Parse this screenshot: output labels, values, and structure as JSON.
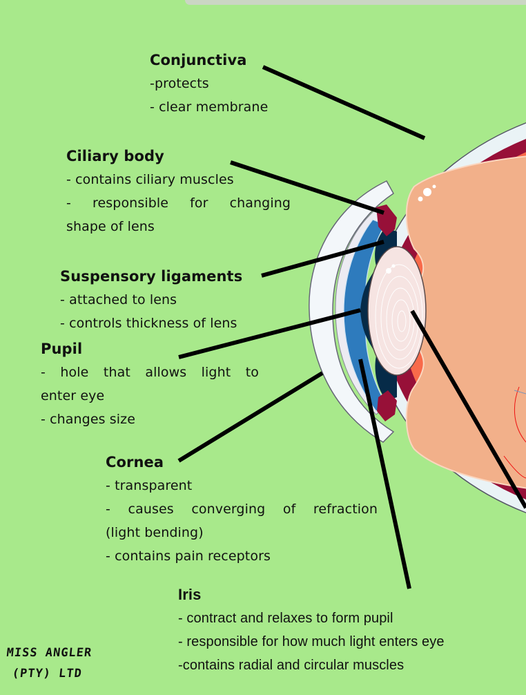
{
  "diagram": {
    "subject": "Human eye cross-section (side view)",
    "colors": {
      "background": "#a8e98b",
      "sclera": "#eaf3f6",
      "choroid": "#971038",
      "retina": "#f86a4a",
      "vitreous": "#f2b08a",
      "iris": "#2e7bbd",
      "iris_dark": "#062b48",
      "lens": "#f6e4e2",
      "pointer_line": "#000000"
    }
  },
  "labels": {
    "conjunctiva": {
      "title": "Conjunctiva",
      "lines": [
        "-protects",
        "- clear membrane"
      ]
    },
    "ciliary_body": {
      "title": "Ciliary body",
      "lines": [
        "- contains ciliary muscles",
        "- responsible for changing",
        "shape of lens"
      ]
    },
    "suspensory_ligaments": {
      "title": "Suspensory ligaments",
      "lines": [
        "- attached to lens",
        "- controls thickness of lens"
      ]
    },
    "pupil": {
      "title": "Pupil",
      "lines": [
        "- hole that allows light to",
        "enter eye",
        "- changes size"
      ]
    },
    "cornea": {
      "title": "Cornea",
      "lines": [
        "-  transparent",
        "- causes converging of refraction",
        "(light bending)",
        "- contains pain receptors"
      ]
    },
    "iris": {
      "title": "Iris",
      "lines": [
        "- contract and relaxes to form pupil",
        "- responsible for how much light enters eye",
        "-contains radial and circular muscles"
      ]
    }
  },
  "brand": {
    "line1": "MISS ANGLER",
    "line2": "(PTY) LTD"
  }
}
